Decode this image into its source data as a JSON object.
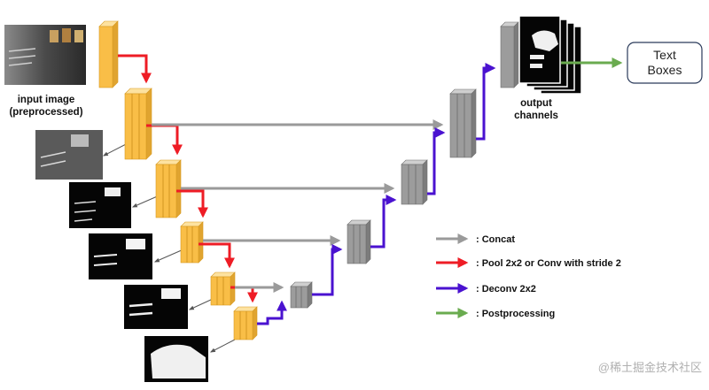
{
  "labels": {
    "input_image_line1": "input image",
    "input_image_line2": "(preprocessed)",
    "output_line1": "output",
    "output_line2": "channels",
    "text_boxes_line1": "Text",
    "text_boxes_line2": "Boxes"
  },
  "legend": [
    {
      "label": ":  Concat",
      "color": "#9a9a9a"
    },
    {
      "label": ":  Pool 2x2 or Conv with stride 2",
      "color": "#ee1c25"
    },
    {
      "label": ":  Deconv 2x2",
      "color": "#4a12d0"
    },
    {
      "label": ":  Postprocessing",
      "color": "#6aab4f"
    }
  ],
  "watermark": "@稀土掘金技术社区",
  "colors": {
    "encoder": "#f9be47",
    "decoder": "#9c9c9c",
    "concat": "#9a9a9a",
    "pool": "#ee1c25",
    "deconv": "#4a12d0",
    "post": "#6aab4f"
  }
}
